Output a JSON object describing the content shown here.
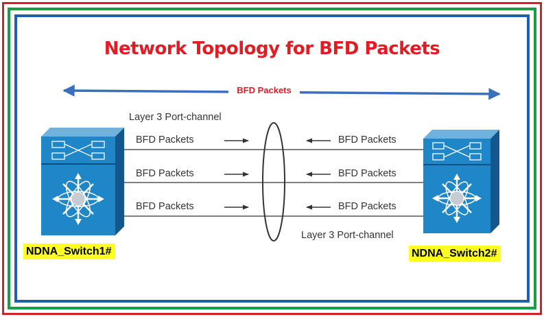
{
  "title": "Network Topology for BFD Packets",
  "banner_label": "BFD Packets",
  "port_channel_left": "Layer 3 Port-channel",
  "port_channel_right": "Layer 3 Port-channel",
  "links": [
    {
      "left_label": "BFD Packets",
      "right_label": "BFD Packets"
    },
    {
      "left_label": "BFD Packets",
      "right_label": "BFD Packets"
    },
    {
      "left_label": "BFD Packets",
      "right_label": "BFD Packets"
    }
  ],
  "switch_left": {
    "prompt": "NDNA_Switch1#",
    "icon": "switch-icon"
  },
  "switch_right": {
    "prompt": "NDNA_Switch2#",
    "icon": "switch-icon"
  },
  "colors": {
    "title": "#e31b23",
    "banner_arrow": "#3a6fbe",
    "switch": "#1f86c8",
    "prompt_bg": "#ffff20",
    "frame_outer": "#d42020",
    "frame_middle": "#1a9e45",
    "frame_inner": "#1f5fb0"
  }
}
